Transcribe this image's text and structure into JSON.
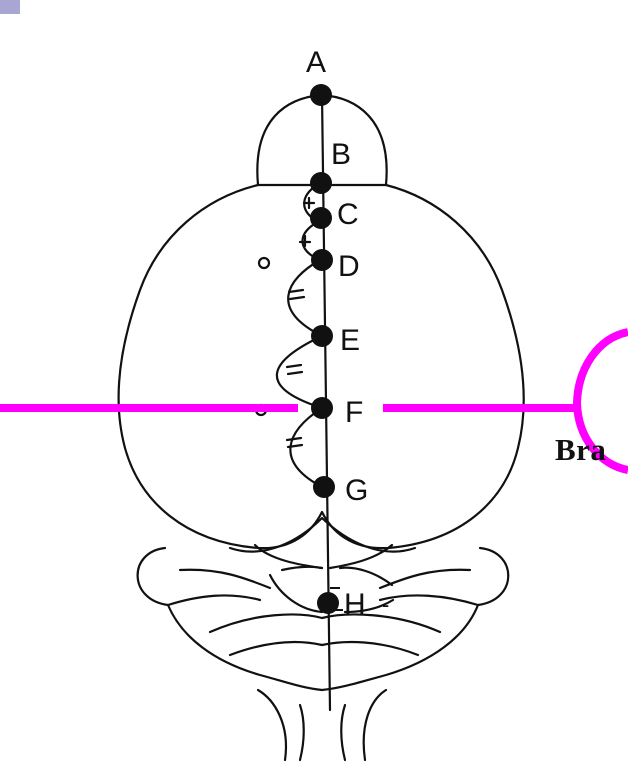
{
  "points": [
    {
      "id": "A",
      "label": "A"
    },
    {
      "id": "B",
      "label": "B"
    },
    {
      "id": "C",
      "label": "C"
    },
    {
      "id": "D",
      "label": "D"
    },
    {
      "id": "E",
      "label": "E"
    },
    {
      "id": "F",
      "label": "F"
    },
    {
      "id": "G",
      "label": "G"
    },
    {
      "id": "H",
      "label": "H"
    }
  ],
  "callout": {
    "partial_text": "Bra",
    "line_color": "#ff00ff"
  },
  "colors": {
    "ink": "#111111",
    "corner_mark": "#a9a6d3"
  }
}
